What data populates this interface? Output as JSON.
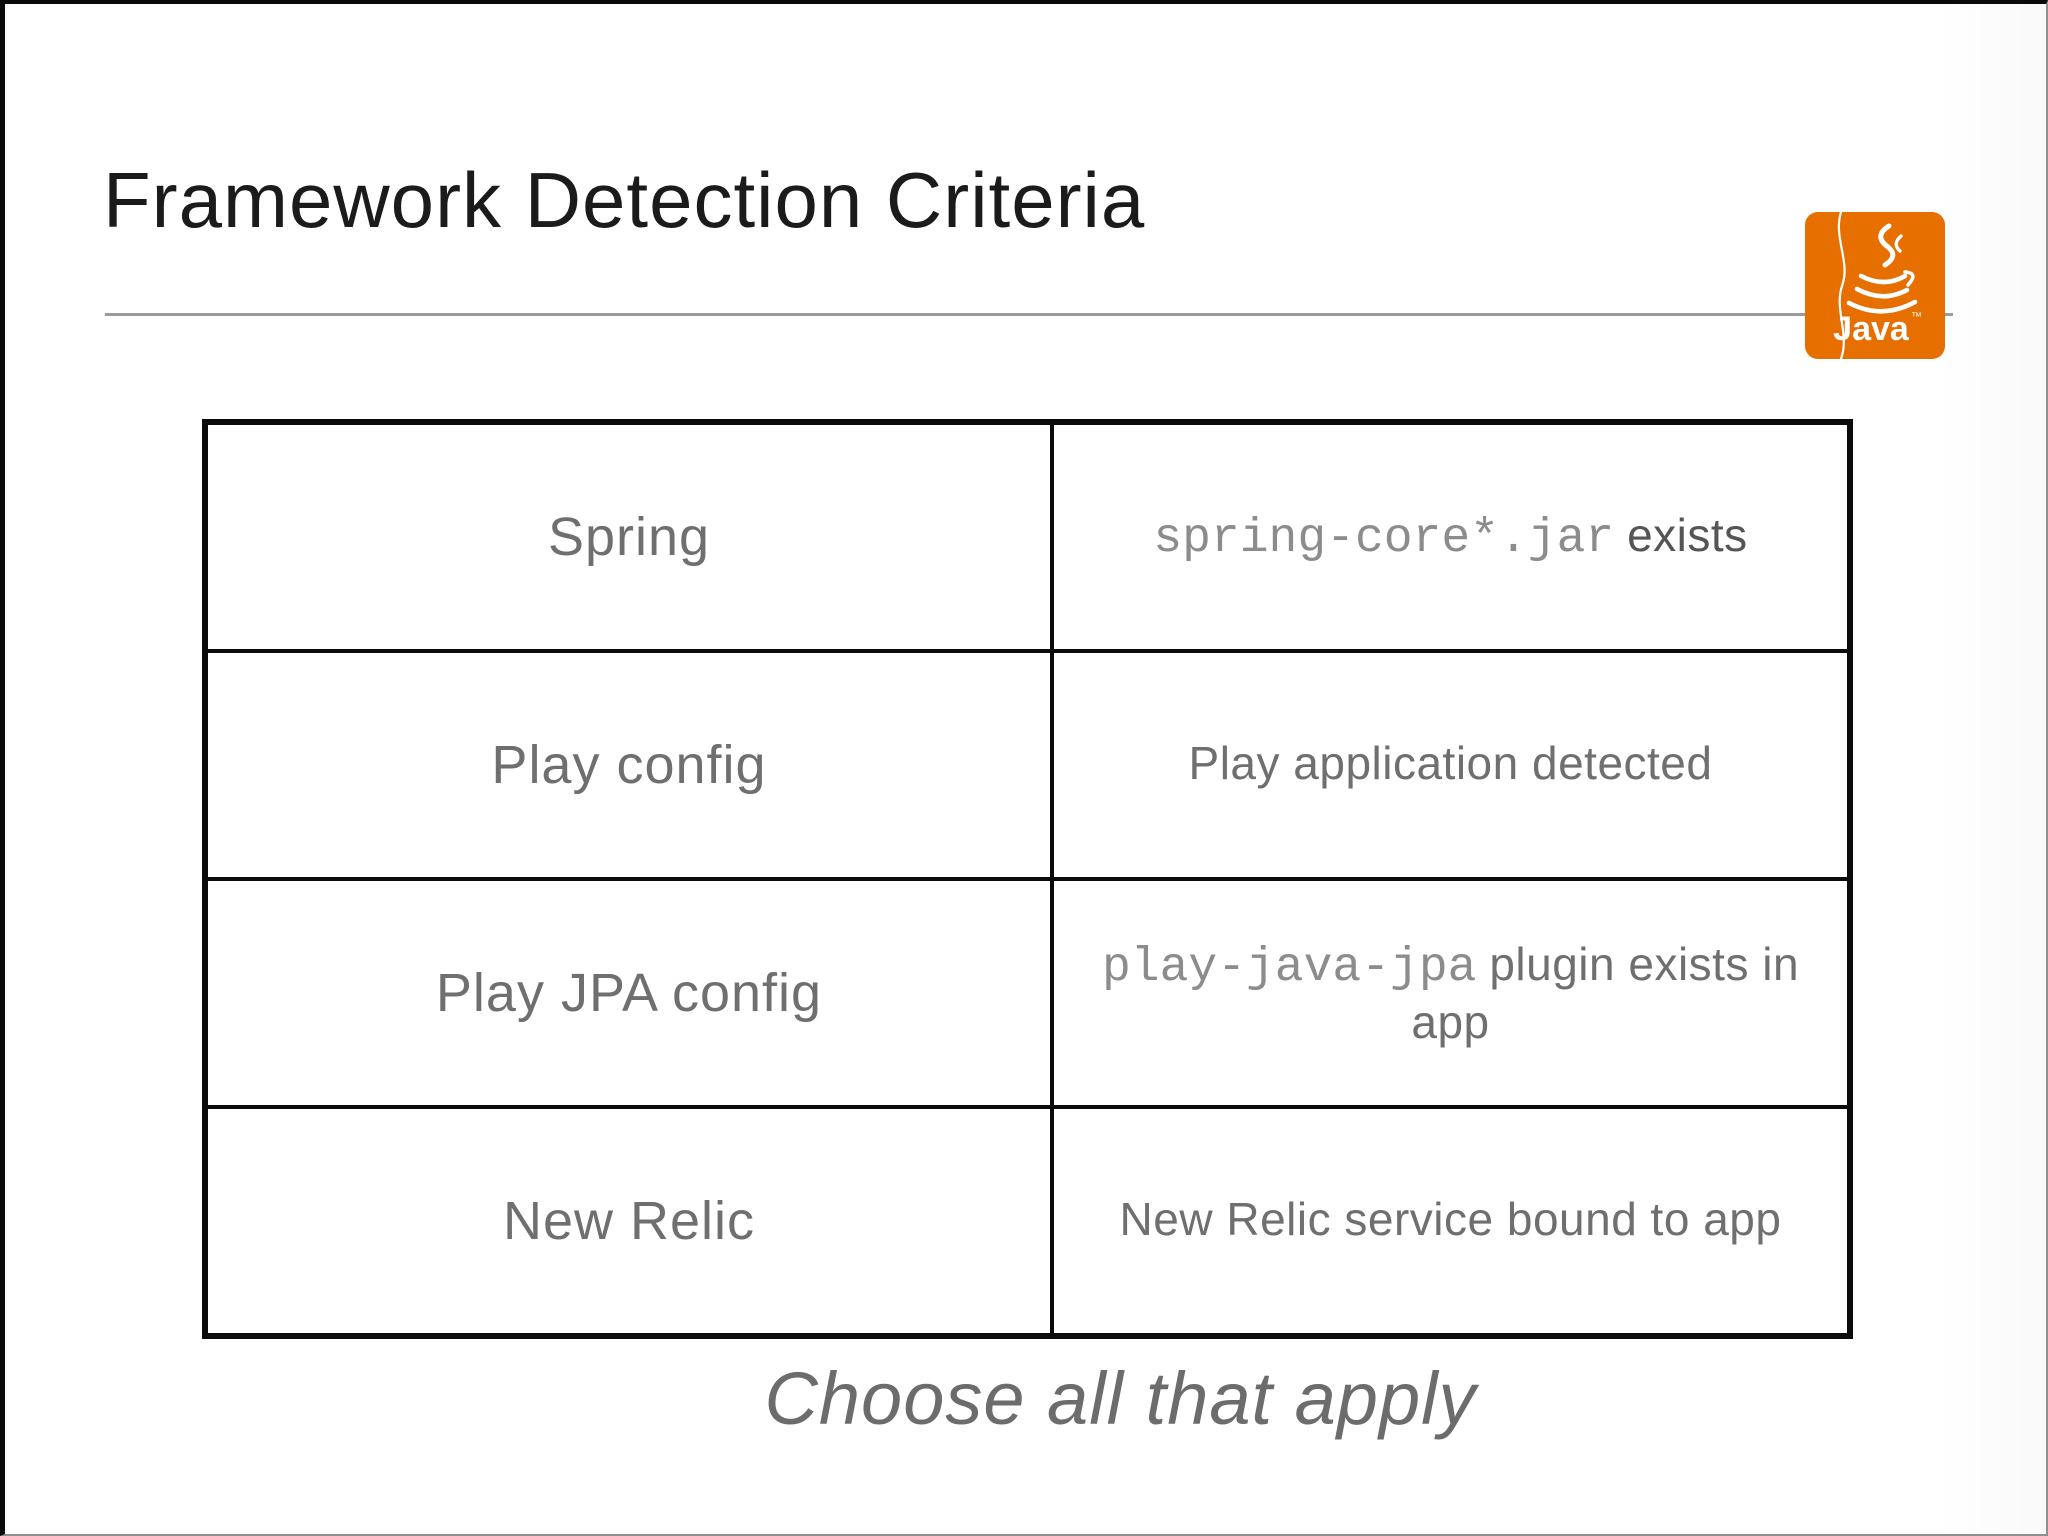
{
  "slide": {
    "title": "Framework Detection Criteria",
    "caption": "Choose all that apply"
  },
  "logo": {
    "icon": "java-coffee-cup-icon",
    "label": "Java",
    "trademark": "™",
    "background_color": "#e76f00"
  },
  "table": {
    "rows": [
      {
        "framework": "Spring",
        "code": "spring-core*.jar",
        "text": "exists"
      },
      {
        "framework": "Play config",
        "code": "",
        "text": "Play application detected"
      },
      {
        "framework": "Play JPA config",
        "code": "play-java-jpa",
        "text": "plugin exists in app"
      },
      {
        "framework": "New Relic",
        "code": "",
        "text": "New Relic service bound to app"
      }
    ]
  },
  "colors": {
    "accent_orange": "#e76f00",
    "table_border": "#0b0b0b",
    "title_text": "#1b1b1b",
    "cell_text": "#6f6f6f",
    "code_text": "#8c8c8c",
    "divider": "#9b9b9b"
  }
}
